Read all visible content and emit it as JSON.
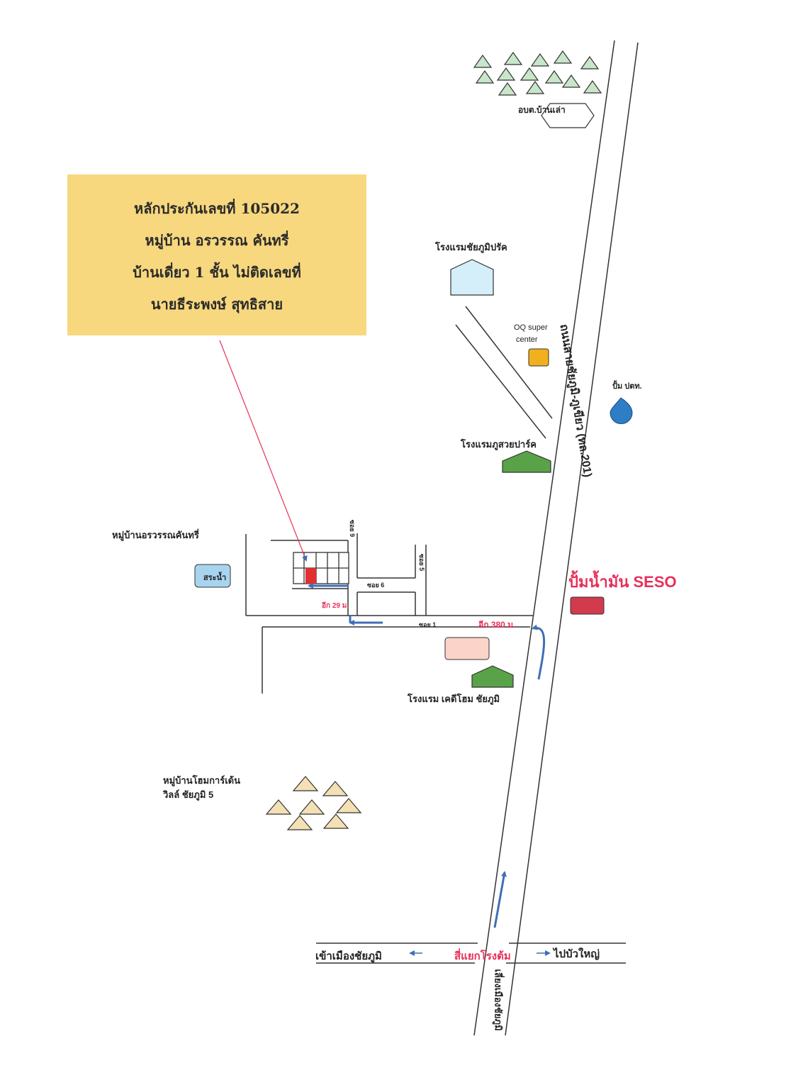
{
  "info_box": {
    "line1": "หลักประกันเลขที่  105022",
    "line2": "หมู่บ้าน อรวรรณ คันทรี่",
    "line3": "บ้านเดี่ยว 1 ชั้น   ไม่ติดเลขที่",
    "line4": "นายธีระพงษ์  สุทธิสาย"
  },
  "landmarks": {
    "obt": "อบต.บ้านเล่า",
    "hotel_chaiyaphum_park": "โรงแรมชัยภูมิปรัค",
    "oq_line1": "OQ super",
    "oq_line2": "center",
    "ptt_pump": "ปั้ม ปตท.",
    "hotel_phusuay": "โรงแรมภูสวยปาร์ค",
    "seso": "ปั้มน้ำมัน SESO",
    "hotel_kd": "โรงแรม เคดีโฮม ชัยภูมิ",
    "village_orawan": "หมู่บ้านอรวรรณคันทรี่",
    "pond": "สระน้ำ",
    "village_home_garden_1": "หมู่บ้านโฮมการ์เด้น",
    "village_home_garden_2": "วิลล์ ชัยภูมิ 5"
  },
  "roads": {
    "main_road": "ถนนสายชัยภูมิ-ภูเขียว (ทล.201)",
    "soi1": "ซอย 1",
    "soi5": "ซอย 5",
    "soi6": "ซอย 6",
    "soi9": "ซอย 9",
    "dist_380": "อีก 380 ม.",
    "dist_29": "อีก 29 ม.",
    "intersection": "สี่แยกโรงต้ม",
    "to_city": "เข้าเมืองชัยภูมิ",
    "to_buayai": "ไปบัวใหญ่",
    "bypass": "เลี่ยงเมืองชัยภูมิ"
  },
  "colors": {
    "info_box": "#f7d87e",
    "accent_red": "#e8305a",
    "route_arrow": "#3f6fb5",
    "tree": "#c8e6c9",
    "village_tree": "#f4e0b5",
    "hotel_green": "#5aa247",
    "hotel_light_blue": "#d4eefa",
    "oq_orange": "#f2b01e",
    "seso_red": "#d23a4e",
    "pond_blue": "#a8d4f0",
    "pink_building": "#fbd3c8",
    "ptt_blue": "#2d7ec4",
    "target_house": "#e23030"
  }
}
